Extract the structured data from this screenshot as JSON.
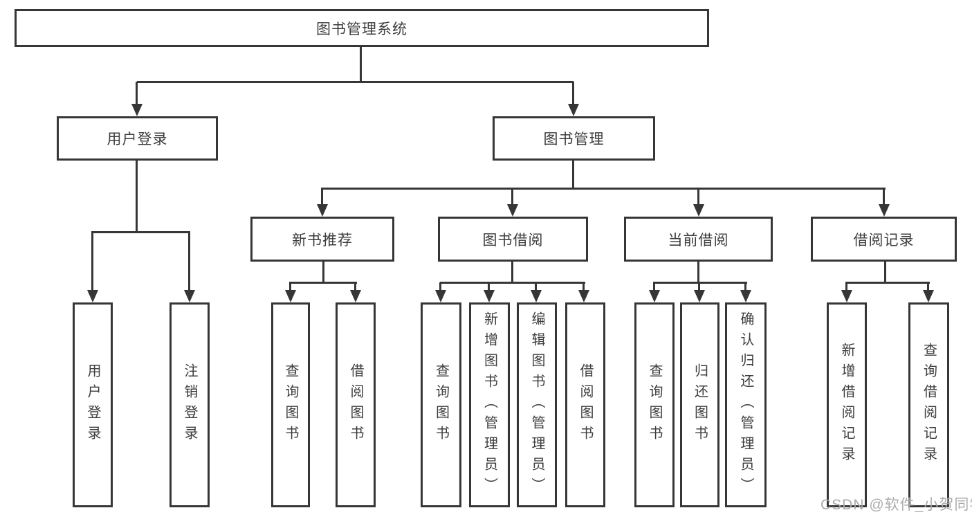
{
  "root_label": "图书管理系统",
  "level2": {
    "login": "用户登录",
    "management": "图书管理"
  },
  "level3": {
    "recommend": "新书推荐",
    "borrow": "图书借阅",
    "current": "当前借阅",
    "records": "借阅记录"
  },
  "leaves": {
    "login": [
      "用户登录",
      "注销登录"
    ],
    "recommend": [
      "查询图书",
      "借阅图书"
    ],
    "borrow": [
      "查询图书",
      "新增图书（管理员）",
      "编辑图书（管理员）",
      "借阅图书"
    ],
    "current": [
      "查询图书",
      "归还图书",
      "确认归还（管理员）"
    ],
    "records": [
      "新增借阅记录",
      "查询借阅记录"
    ]
  },
  "watermark": "CSDN @软件_小贺同学",
  "colors": {
    "line": "#363636",
    "text": "#3d3d3d",
    "watermark": "#ababab",
    "background": "#ffffff"
  }
}
